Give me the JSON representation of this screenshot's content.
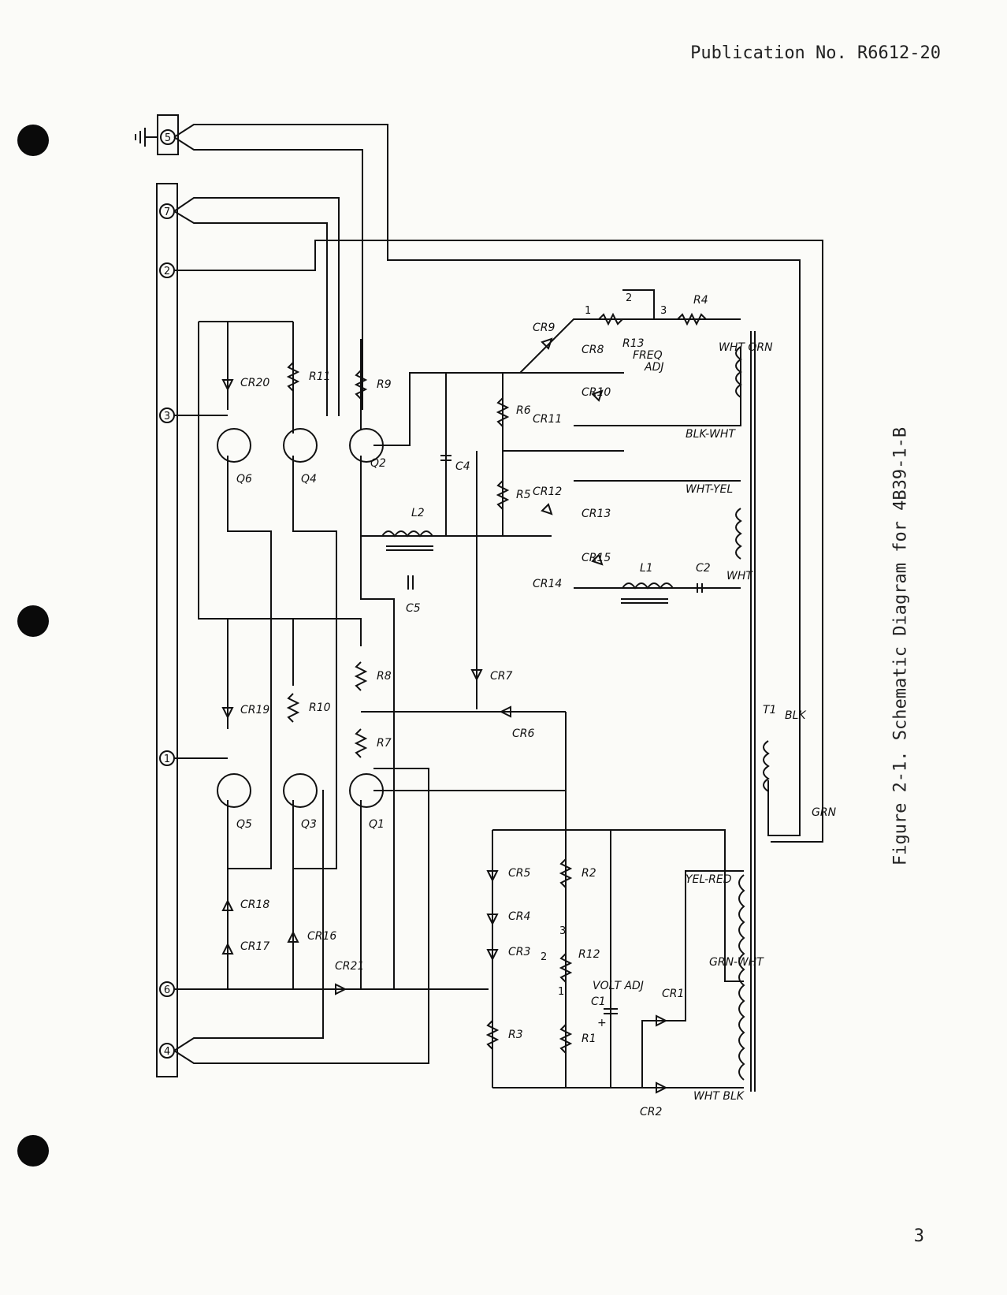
{
  "header": {
    "publication": "Publication No. R6612-20"
  },
  "figure": {
    "caption": "Figure 2-1.  Schematic Diagram for 4B39-1-B"
  },
  "page": {
    "number": "3"
  },
  "terminals": [
    {
      "id": "t5",
      "label": "5"
    },
    {
      "id": "t7",
      "label": "7"
    },
    {
      "id": "t2",
      "label": "2"
    },
    {
      "id": "t3",
      "label": "3"
    },
    {
      "id": "t1",
      "label": "1"
    },
    {
      "id": "t6",
      "label": "6"
    },
    {
      "id": "t4",
      "label": "4"
    }
  ],
  "transistors": [
    "Q6",
    "Q4",
    "Q2",
    "Q5",
    "Q3",
    "Q1"
  ],
  "resistors": [
    "R11",
    "R9",
    "R6",
    "R5",
    "R10",
    "R8",
    "R7",
    "R2",
    "R1",
    "R3",
    "R4"
  ],
  "diodes": [
    "CR20",
    "CR19",
    "CR18",
    "CR17",
    "CR16",
    "CR21",
    "CR7",
    "CR6",
    "CR9",
    "CR8",
    "CR10",
    "CR11",
    "CR12",
    "CR13",
    "CR14",
    "CR15",
    "CR5",
    "CR4",
    "CR3",
    "CR1",
    "CR2"
  ],
  "capacitors": [
    "C4",
    "C5",
    "C2",
    "C1"
  ],
  "inductors": [
    "L2",
    "L1"
  ],
  "pots": {
    "r13": "R13",
    "r13_sub1": "FREQ",
    "r13_sub2": "ADJ",
    "r12": "R12",
    "r12_sub": "VOLT ADJ"
  },
  "transformer": "T1",
  "wire_colors": [
    "WHT ORN",
    "BLK-WHT",
    "WHT-YEL",
    "WHT",
    "BLK",
    "GRN",
    "YEL-RED",
    "GRN-WHT",
    "WHT BLK"
  ],
  "pot_pins": [
    "1",
    "2",
    "3",
    "1",
    "2",
    "3"
  ],
  "c1_polarity": "+"
}
